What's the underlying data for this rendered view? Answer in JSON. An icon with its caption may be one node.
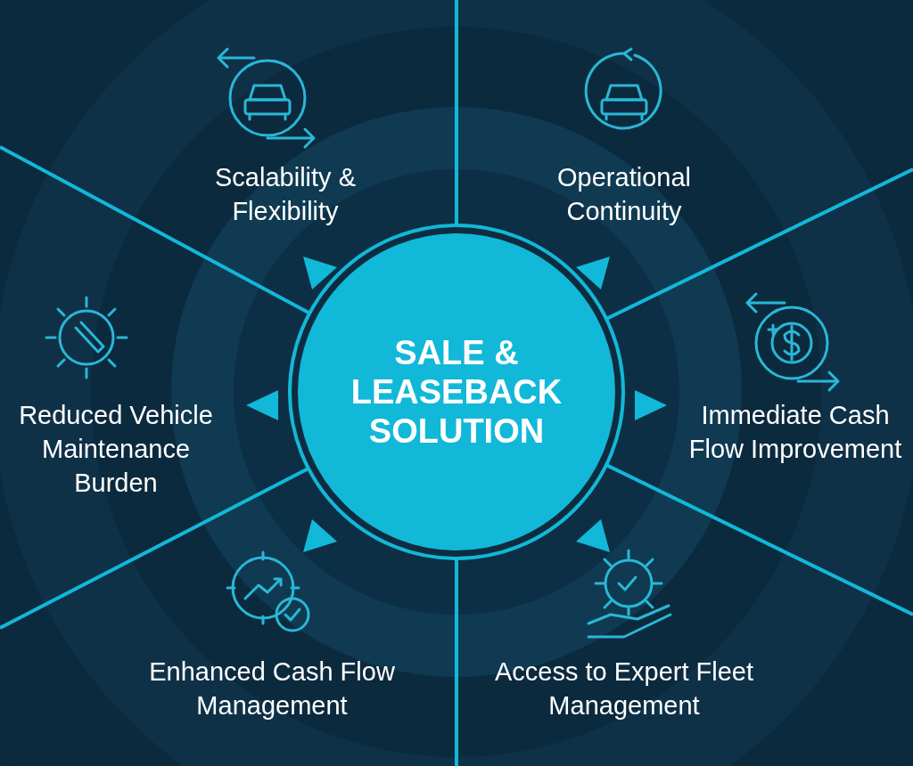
{
  "diagram": {
    "nodes": [
      {
        "text": [
          "SALE & LEASEBACK SOLUTION"
        ]
      },
      {
        "text": [
          "Scalability & Flexibility"
        ]
      },
      {
        "text": [
          "Operational Continuity"
        ]
      },
      {
        "text": [
          "Reduced Vehicle Maintenance Burden"
        ]
      },
      {
        "text": [
          "Immediate Cash Flow Improvement"
        ]
      },
      {
        "text": [
          "Enhanced Cash Flow Management"
        ]
      },
      {
        "text": [
          "Access to Expert Fleet Management"
        ]
      }
    ]
  }
}
